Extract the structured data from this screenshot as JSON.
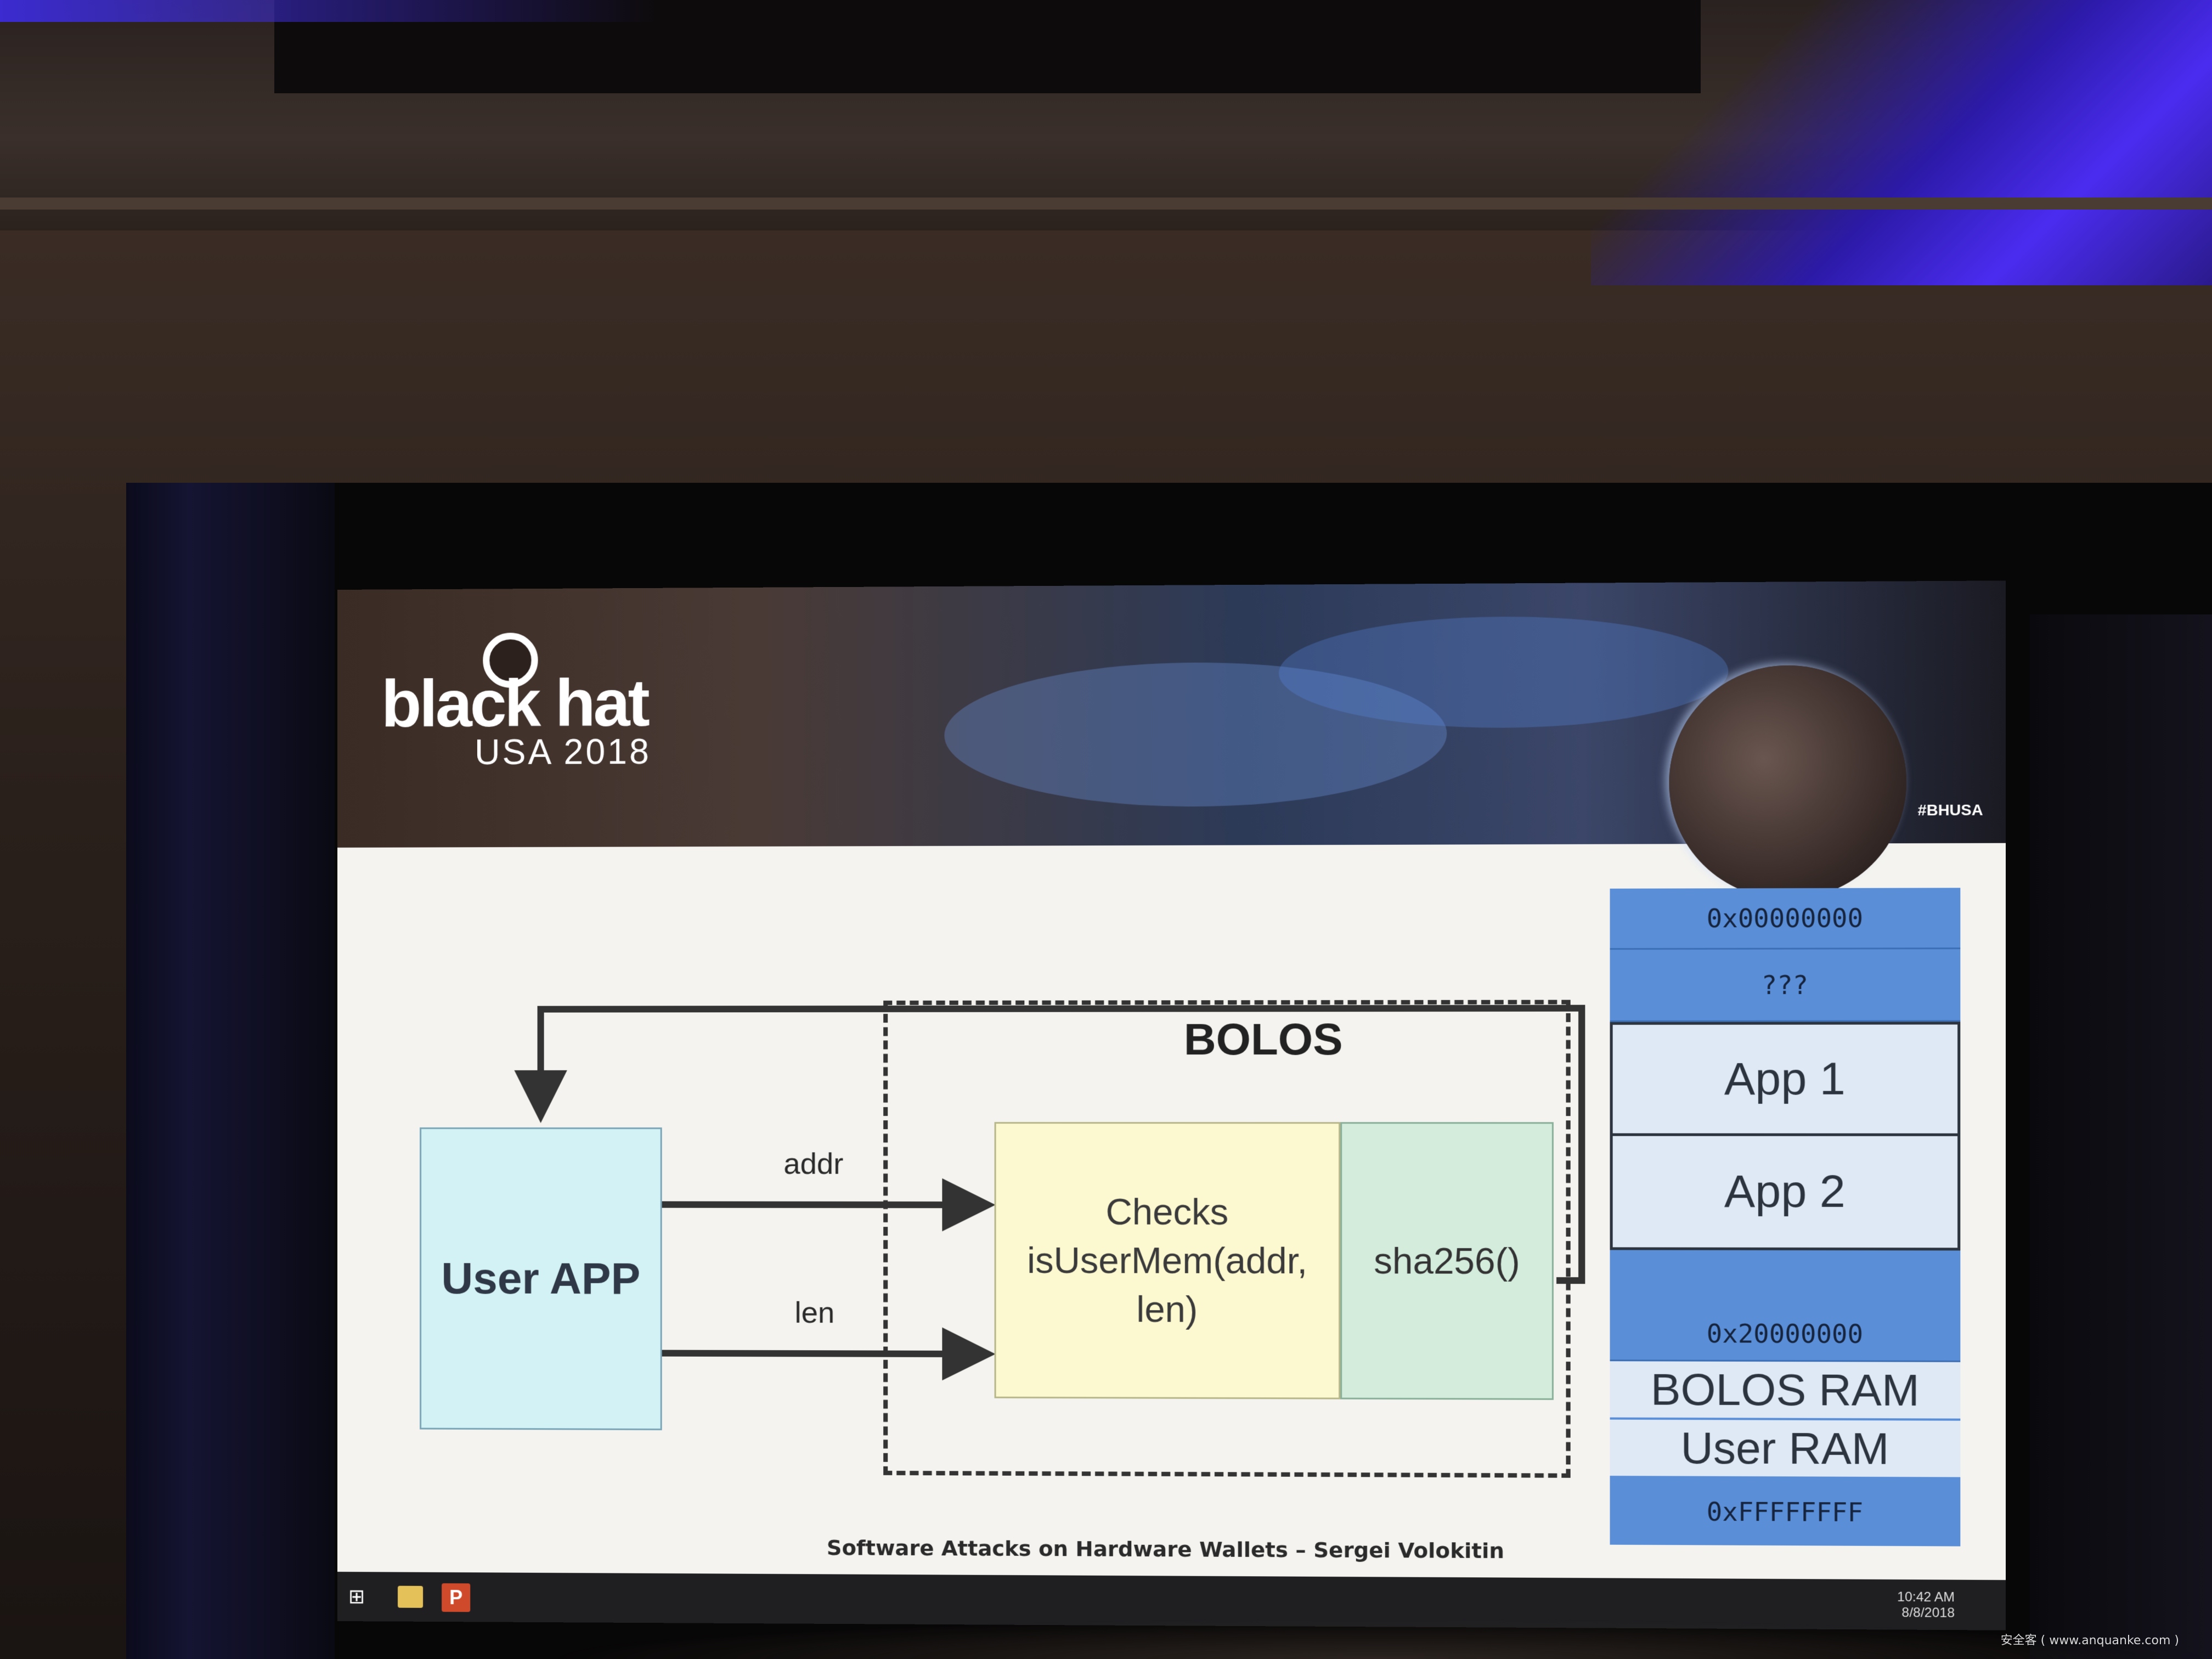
{
  "slide": {
    "logo": {
      "brand": "black hat",
      "edition": "USA 2018"
    },
    "hashtag": "#BHUSA",
    "diagram": {
      "user_app": "User APP",
      "bolos_title": "BOLOS",
      "checks_line1": "Checks",
      "checks_line2": "isUserMem(addr,",
      "checks_line3": "len)",
      "sha": "sha256()",
      "arrow_addr": "addr",
      "arrow_len": "len"
    },
    "memory_map": {
      "start": "0x00000000",
      "unknown": "???",
      "app1": "App 1",
      "app2": "App 2",
      "ram_start": "0x20000000",
      "bolos_ram": "BOLOS RAM",
      "user_ram": "User RAM",
      "end": "0xFFFFFFFF"
    },
    "footer": "Software Attacks on Hardware Wallets – Sergei Volokitin"
  },
  "taskbar": {
    "start_icon": "windows-start-icon",
    "apps": [
      "file-explorer-icon",
      "powerpoint-icon"
    ],
    "clock_time": "10:42 AM",
    "clock_date": "8/8/2018"
  },
  "watermark": "安全客 ( www.anquanke.com )",
  "colors": {
    "user_app_fill": "#d3f2f5",
    "checks_fill": "#fcf8cf",
    "sha_fill": "#d3ecdc",
    "memmap_blue": "#5a8fd8",
    "memmap_cell": "#dfe8f5"
  }
}
